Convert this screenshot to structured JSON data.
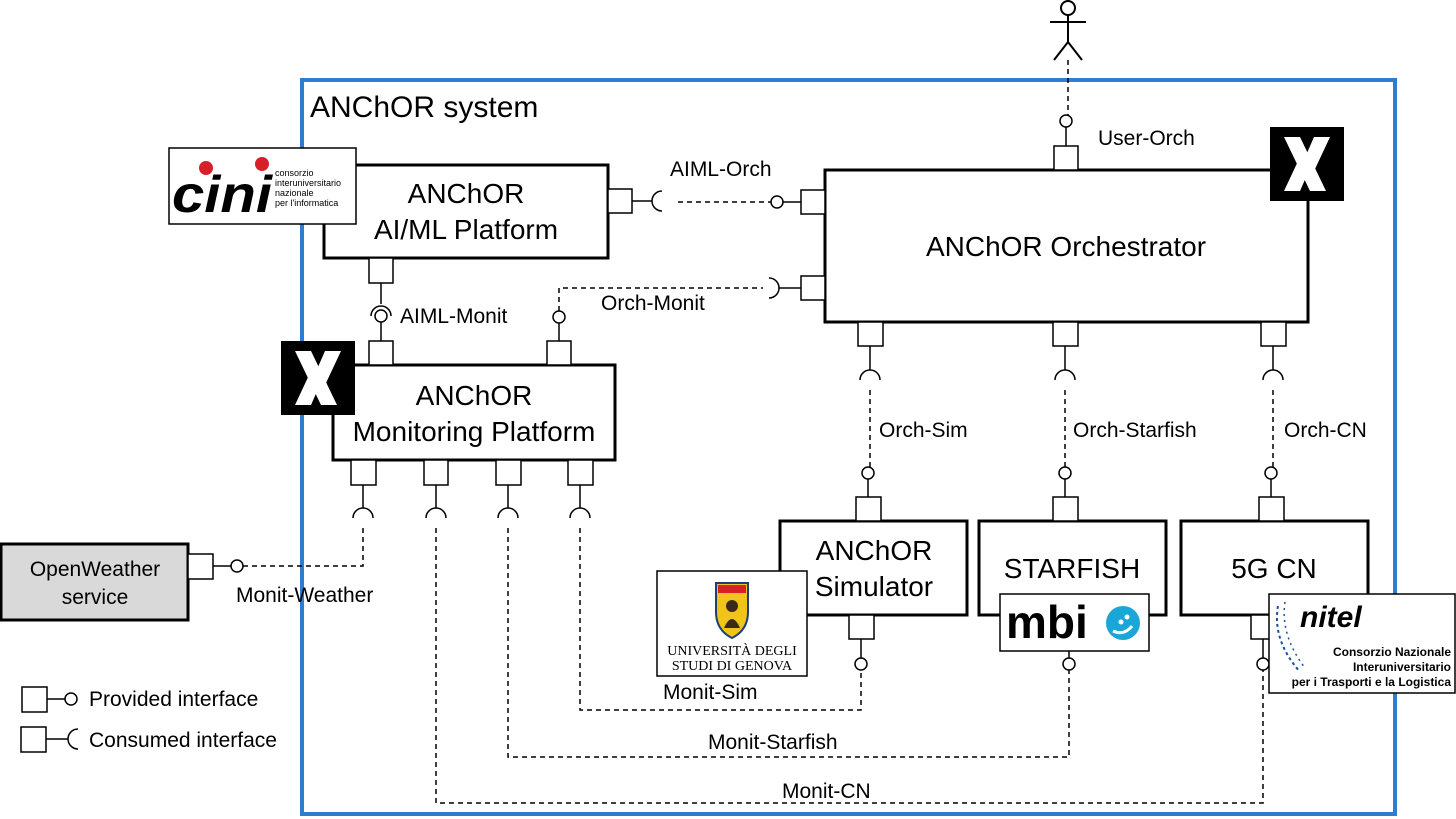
{
  "system": {
    "title": "ANChOR system",
    "border_color": "#2e7dd0"
  },
  "components": {
    "aiml_platform": {
      "line1": "ANChOR",
      "line2": "AI/ML Platform"
    },
    "orchestrator": {
      "label": "ANChOR Orchestrator"
    },
    "monitoring": {
      "line1": "ANChOR",
      "line2": "Monitoring Platform"
    },
    "simulator": {
      "line1": "ANChOR",
      "line2": "Simulator"
    },
    "starfish": {
      "label": "STARFISH"
    },
    "cn5g": {
      "label": "5G CN"
    },
    "openweather": {
      "line1": "OpenWeather",
      "line2": "service",
      "fill": "#d9d9d9"
    }
  },
  "interfaces": {
    "user_orch": "User-Orch",
    "aiml_orch": "AIML-Orch",
    "aiml_monit": "AIML-Monit",
    "orch_monit": "Orch-Monit",
    "orch_sim": "Orch-Sim",
    "orch_starfish": "Orch-Starfish",
    "orch_cn": "Orch-CN",
    "monit_weather": "Monit-Weather",
    "monit_sim": "Monit-Sim",
    "monit_starfish": "Monit-Starfish",
    "monit_cn": "Monit-CN"
  },
  "legend": {
    "provided": "Provided interface",
    "consumed": "Consumed interface"
  },
  "logos": {
    "cini": {
      "mark": "cini",
      "text": [
        "consorzio",
        "interuniversitario",
        "nazionale",
        "per l'informatica"
      ],
      "color": "#1a3a8c",
      "accent": "#d8202a"
    },
    "genova": {
      "text": [
        "UNIVERSITÀ DEGLI",
        "STUDI DI GENOVA"
      ]
    },
    "mbi": {
      "text": "mbi",
      "color": "#555555",
      "accent": "#1aa7d8"
    },
    "nitel": {
      "mark": "nitel",
      "text": [
        "Consorzio Nazionale",
        "Interuniversitario",
        "per i Trasporti e la Logistica"
      ],
      "color": "#1a4fa0"
    },
    "x_icon": {
      "glyph": "X"
    }
  }
}
